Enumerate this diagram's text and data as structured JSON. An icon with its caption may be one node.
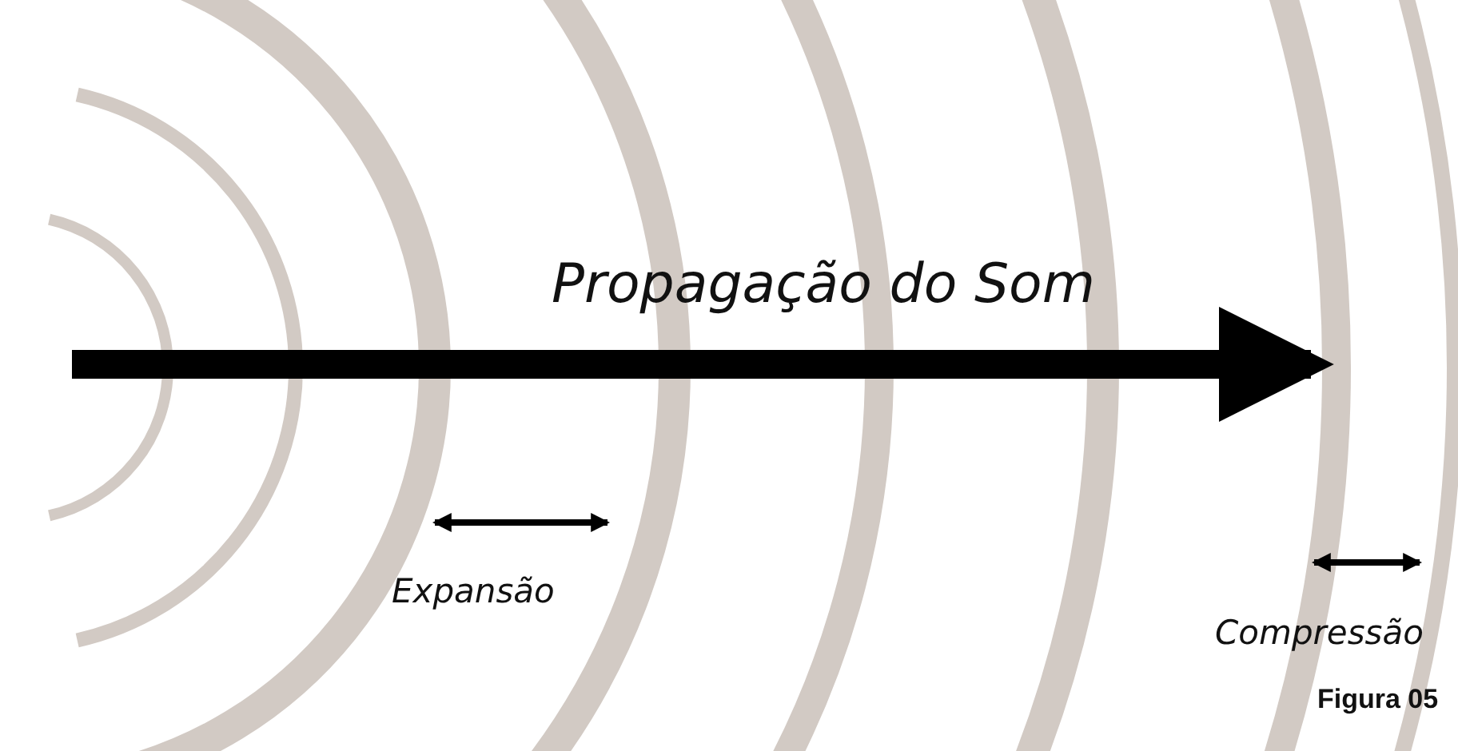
{
  "diagram": {
    "caption": "Figura 05",
    "labels": [
      "Propagação do Som",
      "Expansão",
      "Compressão"
    ]
  }
}
